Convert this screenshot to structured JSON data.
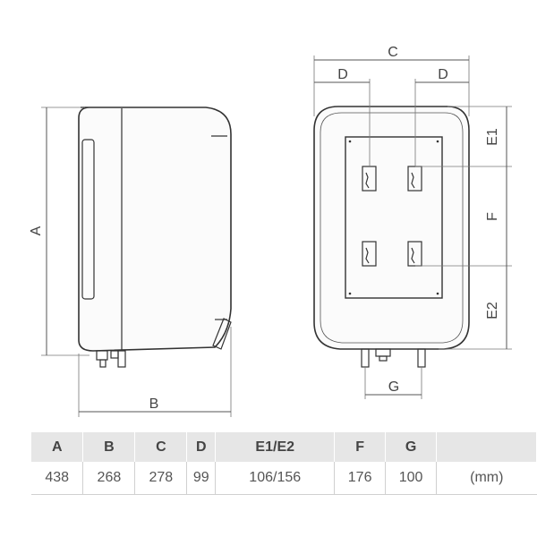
{
  "diagram": {
    "side_view": {
      "height_label": "A",
      "depth_label": "B"
    },
    "front_view": {
      "width_label": "C",
      "offset_left_label": "D",
      "offset_right_label": "D",
      "top_label": "E1",
      "middle_label": "F",
      "bottom_label": "E2",
      "pipe_spacing_label": "G"
    }
  },
  "table": {
    "headers": [
      "A",
      "B",
      "C",
      "D",
      "E1/E2",
      "F",
      "G",
      ""
    ],
    "values": [
      "438",
      "268",
      "278",
      "99",
      "106/156",
      "176",
      "100",
      "(mm)"
    ]
  }
}
